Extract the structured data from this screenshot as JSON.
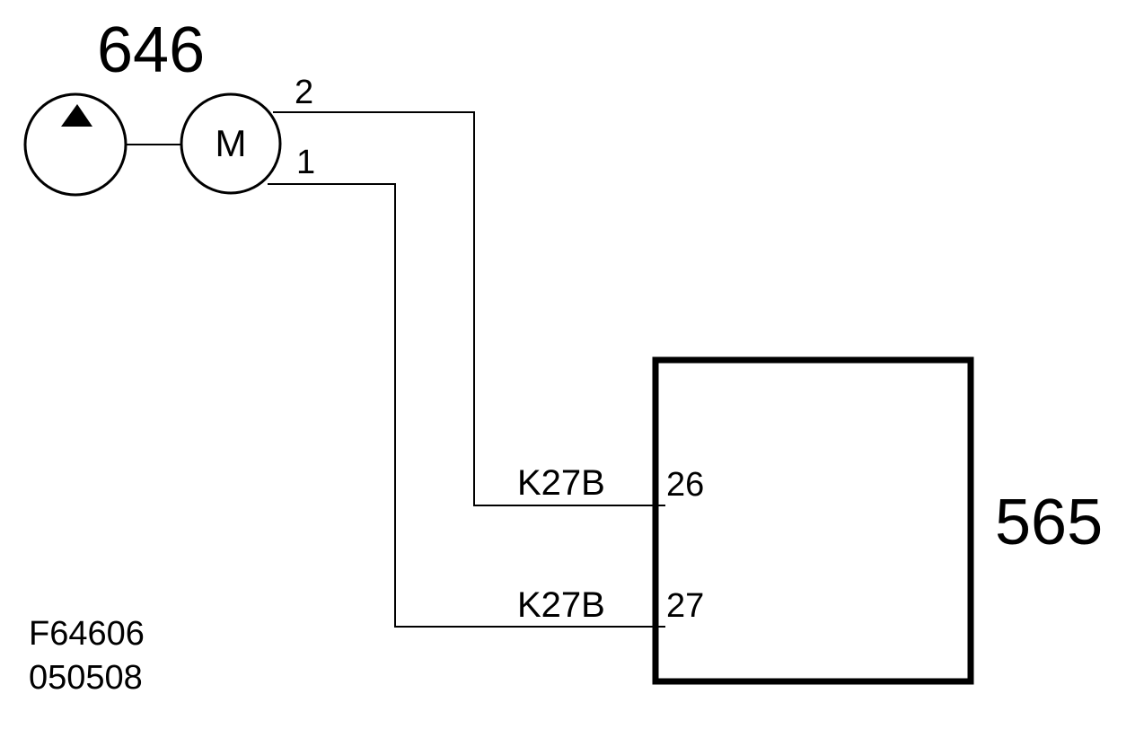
{
  "component_pump_motor": {
    "ref": "646",
    "motor_letter": "M",
    "pin_top": "2",
    "pin_bottom": "1"
  },
  "component_unit": {
    "ref": "565",
    "pin_upper": "26",
    "pin_lower": "27"
  },
  "wires": {
    "upper_label": "K27B",
    "lower_label": "K27B"
  },
  "drawing_code": {
    "line1": "F64606",
    "line2": "050508"
  },
  "colors": {
    "ink": "#000000",
    "background": "#ffffff"
  }
}
